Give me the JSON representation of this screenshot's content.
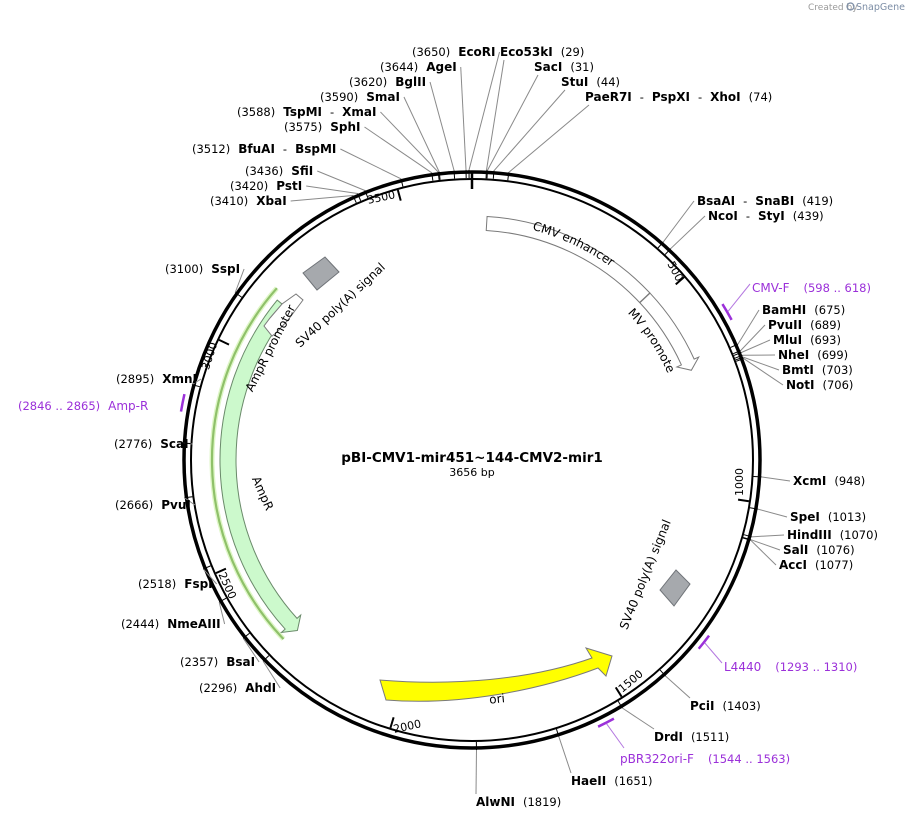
{
  "plasmid": {
    "name": "pBI-CMV1-mir451~144-CMV2-mir1",
    "size_text": "3656 bp",
    "length": 3656
  },
  "credit": {
    "prefix": "Created by",
    "brand": "SnapGene"
  },
  "ticks": [
    500,
    1000,
    1500,
    2000,
    2500,
    3000,
    3500
  ],
  "enzymes": [
    {
      "id": "ecori",
      "names": [
        "EcoRI"
      ],
      "pos_label": "(3650)",
      "pos": 3650
    },
    {
      "id": "agei",
      "names": [
        "AgeI"
      ],
      "pos_label": "(3644)",
      "pos": 3644
    },
    {
      "id": "bglii",
      "names": [
        "BglII"
      ],
      "pos_label": "(3620)",
      "pos": 3620
    },
    {
      "id": "smai",
      "names": [
        "SmaI"
      ],
      "pos_label": "(3590)",
      "pos": 3590
    },
    {
      "id": "tspmi",
      "names": [
        "TspMI",
        "XmaI"
      ],
      "pos_label": "(3588)",
      "pos": 3588
    },
    {
      "id": "sphi",
      "names": [
        "SphI"
      ],
      "pos_label": "(3575)",
      "pos": 3575
    },
    {
      "id": "bfuai",
      "names": [
        "BfuAI",
        "BspMI"
      ],
      "pos_label": "(3512)",
      "pos": 3512
    },
    {
      "id": "sfii",
      "names": [
        "SfiI"
      ],
      "pos_label": "(3436)",
      "pos": 3436
    },
    {
      "id": "psti",
      "names": [
        "PstI"
      ],
      "pos_label": "(3420)",
      "pos": 3420
    },
    {
      "id": "xbai",
      "names": [
        "XbaI"
      ],
      "pos_label": "(3410)",
      "pos": 3410
    },
    {
      "id": "sspi",
      "names": [
        "SspI"
      ],
      "pos_label": "(3100)",
      "pos": 3100
    },
    {
      "id": "xmni",
      "names": [
        "XmnI"
      ],
      "pos_label": "(2895)",
      "pos": 2895
    },
    {
      "id": "scai",
      "names": [
        "ScaI"
      ],
      "pos_label": "(2776)",
      "pos": 2776
    },
    {
      "id": "pvui",
      "names": [
        "PvuI"
      ],
      "pos_label": "(2666)",
      "pos": 2666
    },
    {
      "id": "fspi",
      "names": [
        "FspI"
      ],
      "pos_label": "(2518)",
      "pos": 2518
    },
    {
      "id": "nmeaiii",
      "names": [
        "NmeAIII"
      ],
      "pos_label": "(2444)",
      "pos": 2444
    },
    {
      "id": "bsai",
      "names": [
        "BsaI"
      ],
      "pos_label": "(2357)",
      "pos": 2357
    },
    {
      "id": "ahdi",
      "names": [
        "AhdI"
      ],
      "pos_label": "(2296)",
      "pos": 2296
    },
    {
      "id": "eco53ki",
      "names": [
        "Eco53kI"
      ],
      "pos_label": "(29)",
      "pos": 29
    },
    {
      "id": "saci",
      "names": [
        "SacI"
      ],
      "pos_label": "(31)",
      "pos": 31
    },
    {
      "id": "stui",
      "names": [
        "StuI"
      ],
      "pos_label": "(44)",
      "pos": 44
    },
    {
      "id": "paer7i",
      "names": [
        "PaeR7I",
        "PspXI",
        "XhoI"
      ],
      "pos_label": "(74)",
      "pos": 74
    },
    {
      "id": "bsaai",
      "names": [
        "BsaAI",
        "SnaBI"
      ],
      "pos_label": "(419)",
      "pos": 419
    },
    {
      "id": "ncoi",
      "names": [
        "NcoI",
        "StyI"
      ],
      "pos_label": "(439)",
      "pos": 439
    },
    {
      "id": "bamhi",
      "names": [
        "BamHI"
      ],
      "pos_label": "(675)",
      "pos": 675
    },
    {
      "id": "pvuii",
      "names": [
        "PvuII"
      ],
      "pos_label": "(689)",
      "pos": 689
    },
    {
      "id": "mlui",
      "names": [
        "MluI"
      ],
      "pos_label": "(693)",
      "pos": 693
    },
    {
      "id": "nhei",
      "names": [
        "NheI"
      ],
      "pos_label": "(699)",
      "pos": 699
    },
    {
      "id": "bmti",
      "names": [
        "BmtI"
      ],
      "pos_label": "(703)",
      "pos": 703
    },
    {
      "id": "noti",
      "names": [
        "NotI"
      ],
      "pos_label": "(706)",
      "pos": 706
    },
    {
      "id": "xcmi",
      "names": [
        "XcmI"
      ],
      "pos_label": "(948)",
      "pos": 948
    },
    {
      "id": "spei",
      "names": [
        "SpeI"
      ],
      "pos_label": "(1013)",
      "pos": 1013
    },
    {
      "id": "hindiii",
      "names": [
        "HindIII"
      ],
      "pos_label": "(1070)",
      "pos": 1070
    },
    {
      "id": "sali",
      "names": [
        "SalI"
      ],
      "pos_label": "(1076)",
      "pos": 1076
    },
    {
      "id": "acci",
      "names": [
        "AccI"
      ],
      "pos_label": "(1077)",
      "pos": 1077
    },
    {
      "id": "pcii",
      "names": [
        "PciI"
      ],
      "pos_label": "(1403)",
      "pos": 1403
    },
    {
      "id": "drdi",
      "names": [
        "DrdI"
      ],
      "pos_label": "(1511)",
      "pos": 1511
    },
    {
      "id": "haeii",
      "names": [
        "HaeII"
      ],
      "pos_label": "(1651)",
      "pos": 1651
    },
    {
      "id": "alwni",
      "names": [
        "AlwNI"
      ],
      "pos_label": "(1819)",
      "pos": 1819
    }
  ],
  "primers": [
    {
      "id": "cmv-f",
      "name": "CMV-F",
      "range_label": "(598 .. 618)",
      "start": 598,
      "end": 618
    },
    {
      "id": "amp-r",
      "name": "Amp-R",
      "range_label": "(2846 .. 2865)",
      "start": 2846,
      "end": 2865
    },
    {
      "id": "l4440",
      "name": "L4440",
      "range_label": "(1293 .. 1310)",
      "start": 1293,
      "end": 1310
    },
    {
      "id": "pbr322ori-f",
      "name": "pBR322ori-F",
      "range_label": "(1544 .. 1563)",
      "start": 1544,
      "end": 1563
    }
  ],
  "features": [
    {
      "id": "cmv-enhancer",
      "label": "CMV enhancer",
      "start": 106,
      "end": 485,
      "color": "#ffffff"
    },
    {
      "id": "cmv-promoter",
      "label": "CMV promoter",
      "start": 486,
      "end": 690,
      "color": "#ffffff"
    },
    {
      "id": "sv40-polya-right",
      "label": "SV40 poly(A) signal",
      "color": "#a6a9ad"
    },
    {
      "id": "ori",
      "label": "ori",
      "start": 1520,
      "end": 2108,
      "color": "#ffff00"
    },
    {
      "id": "ampr",
      "label": "AmpR",
      "start": 2282,
      "end": 3142,
      "color": "#ccf9cc"
    },
    {
      "id": "ampr-promoter",
      "label": "AmpR promoter",
      "start": 3143,
      "end": 3247,
      "color": "#ffffff"
    },
    {
      "id": "sv40-polya-left",
      "label": "SV40 poly(A) signal",
      "color": "#a6a9ad"
    }
  ]
}
